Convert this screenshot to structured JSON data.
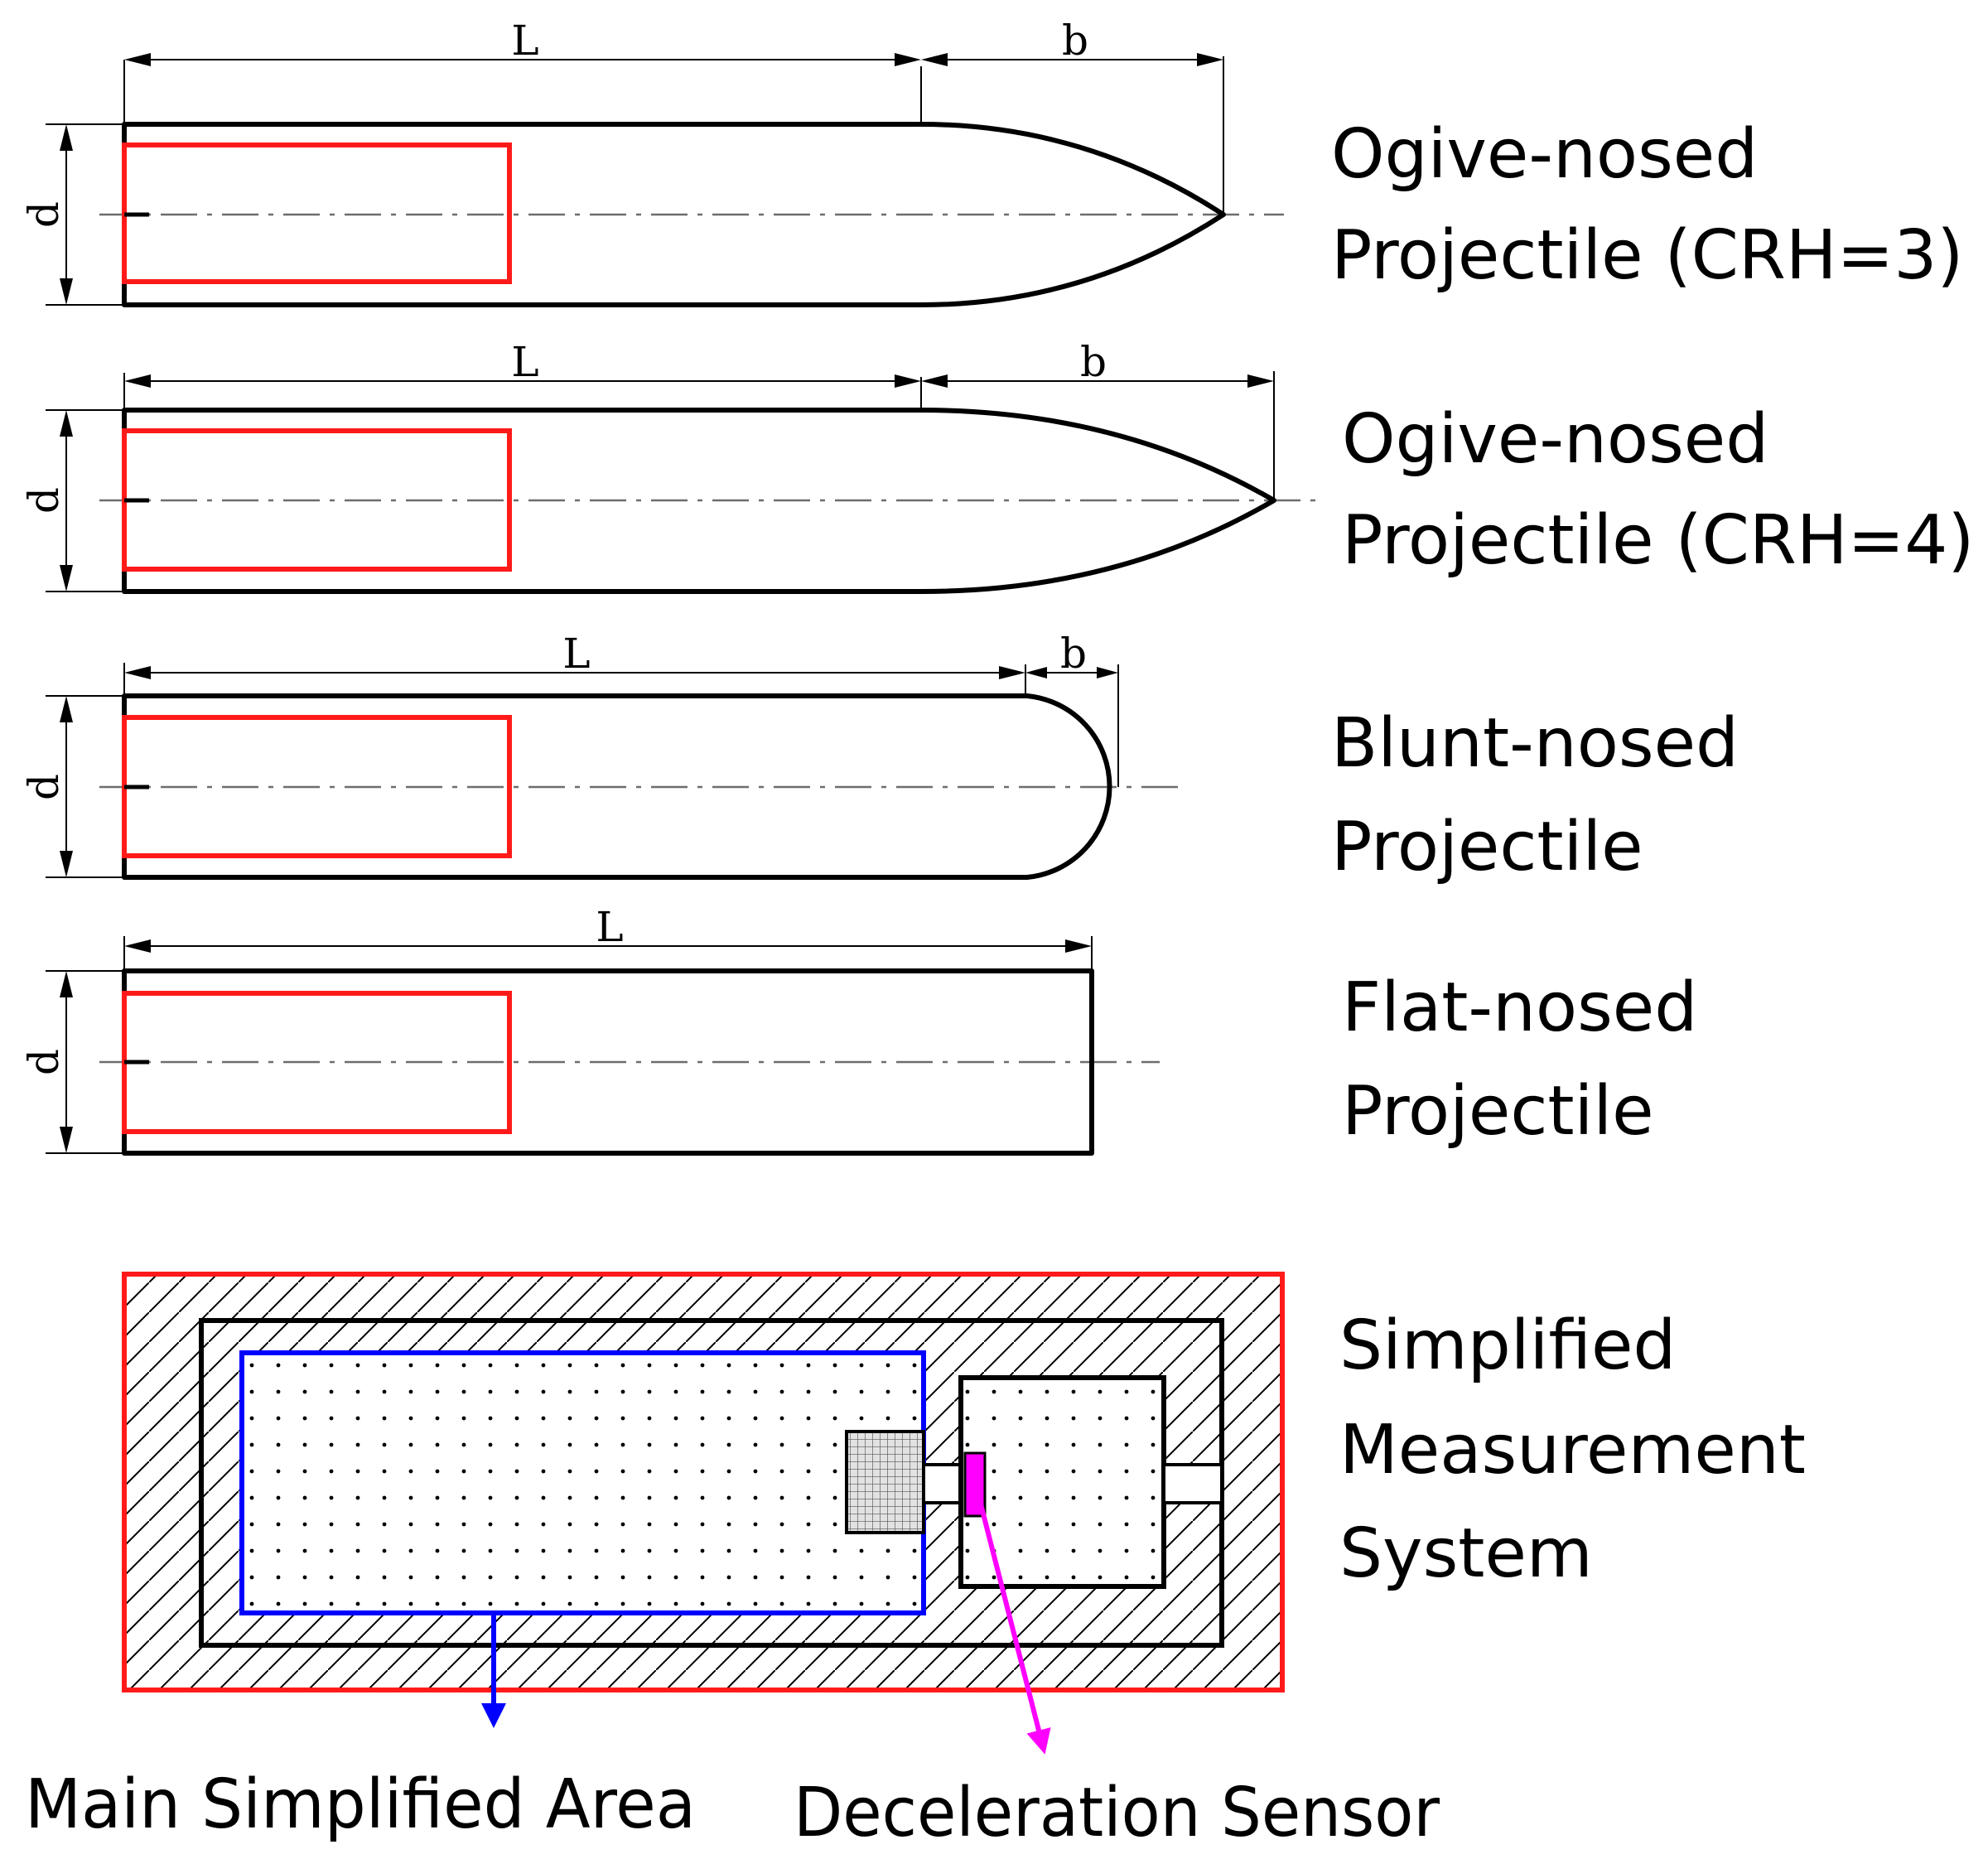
{
  "dimension_labels": {
    "length": "L",
    "nose": "b",
    "diameter": "d"
  },
  "projectiles": [
    {
      "caption_line1": "Ogive-nosed",
      "caption_line2": "Projectile (CRH=3)"
    },
    {
      "caption_line1": "Ogive-nosed",
      "caption_line2": "Projectile (CRH=4)"
    },
    {
      "caption_line1": "Blunt-nosed",
      "caption_line2": "Projectile"
    },
    {
      "caption_line1": "Flat-nosed",
      "caption_line2": "Projectile"
    }
  ],
  "measurement_system": {
    "caption_line1": "Simplified",
    "caption_line2": "Measurement",
    "caption_line3": "System",
    "main_area_label": "Main Simplified Area",
    "sensor_label": "Deceleration Sensor"
  },
  "colors": {
    "outline": "#000000",
    "measurement_region": "#ff1a1a",
    "main_area": "#0000ff",
    "sensor": "#ff00ff",
    "center_line": "#6d6d6d"
  }
}
